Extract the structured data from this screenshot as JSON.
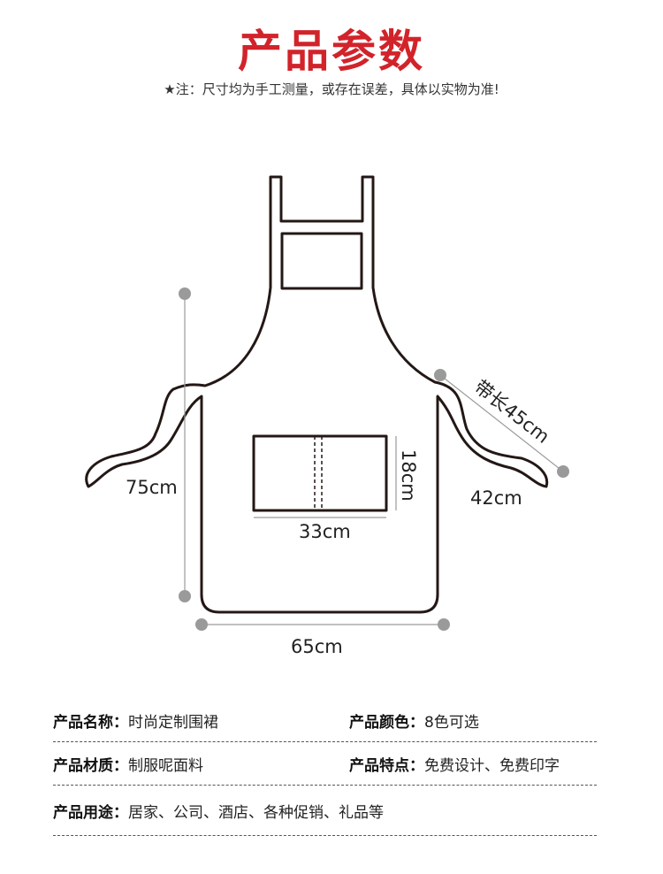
{
  "header": {
    "title": "产品参数",
    "note": "★注：尺寸均为手工测量，或存在误差，具体以实物为准!"
  },
  "dimensions": {
    "height": "75cm",
    "width": "65cm",
    "pocket_width": "33cm",
    "pocket_height": "18cm",
    "strap_length": "带长45cm",
    "side_length": "42cm"
  },
  "colors": {
    "title_red": "#d2232a",
    "outline": "#231815",
    "measure_gray": "#9a9a9a"
  },
  "specs": [
    [
      {
        "label": "产品名称：",
        "value": "时尚定制围裙"
      },
      {
        "label": "产品颜色：",
        "value": "8色可选"
      }
    ],
    [
      {
        "label": "产品材质：",
        "value": "制服呢面料"
      },
      {
        "label": "产品特点：",
        "value": "免费设计、免费印字"
      }
    ],
    [
      {
        "label": "产品用途：",
        "value": "居家、公司、酒店、各种促销、礼品等"
      }
    ]
  ]
}
